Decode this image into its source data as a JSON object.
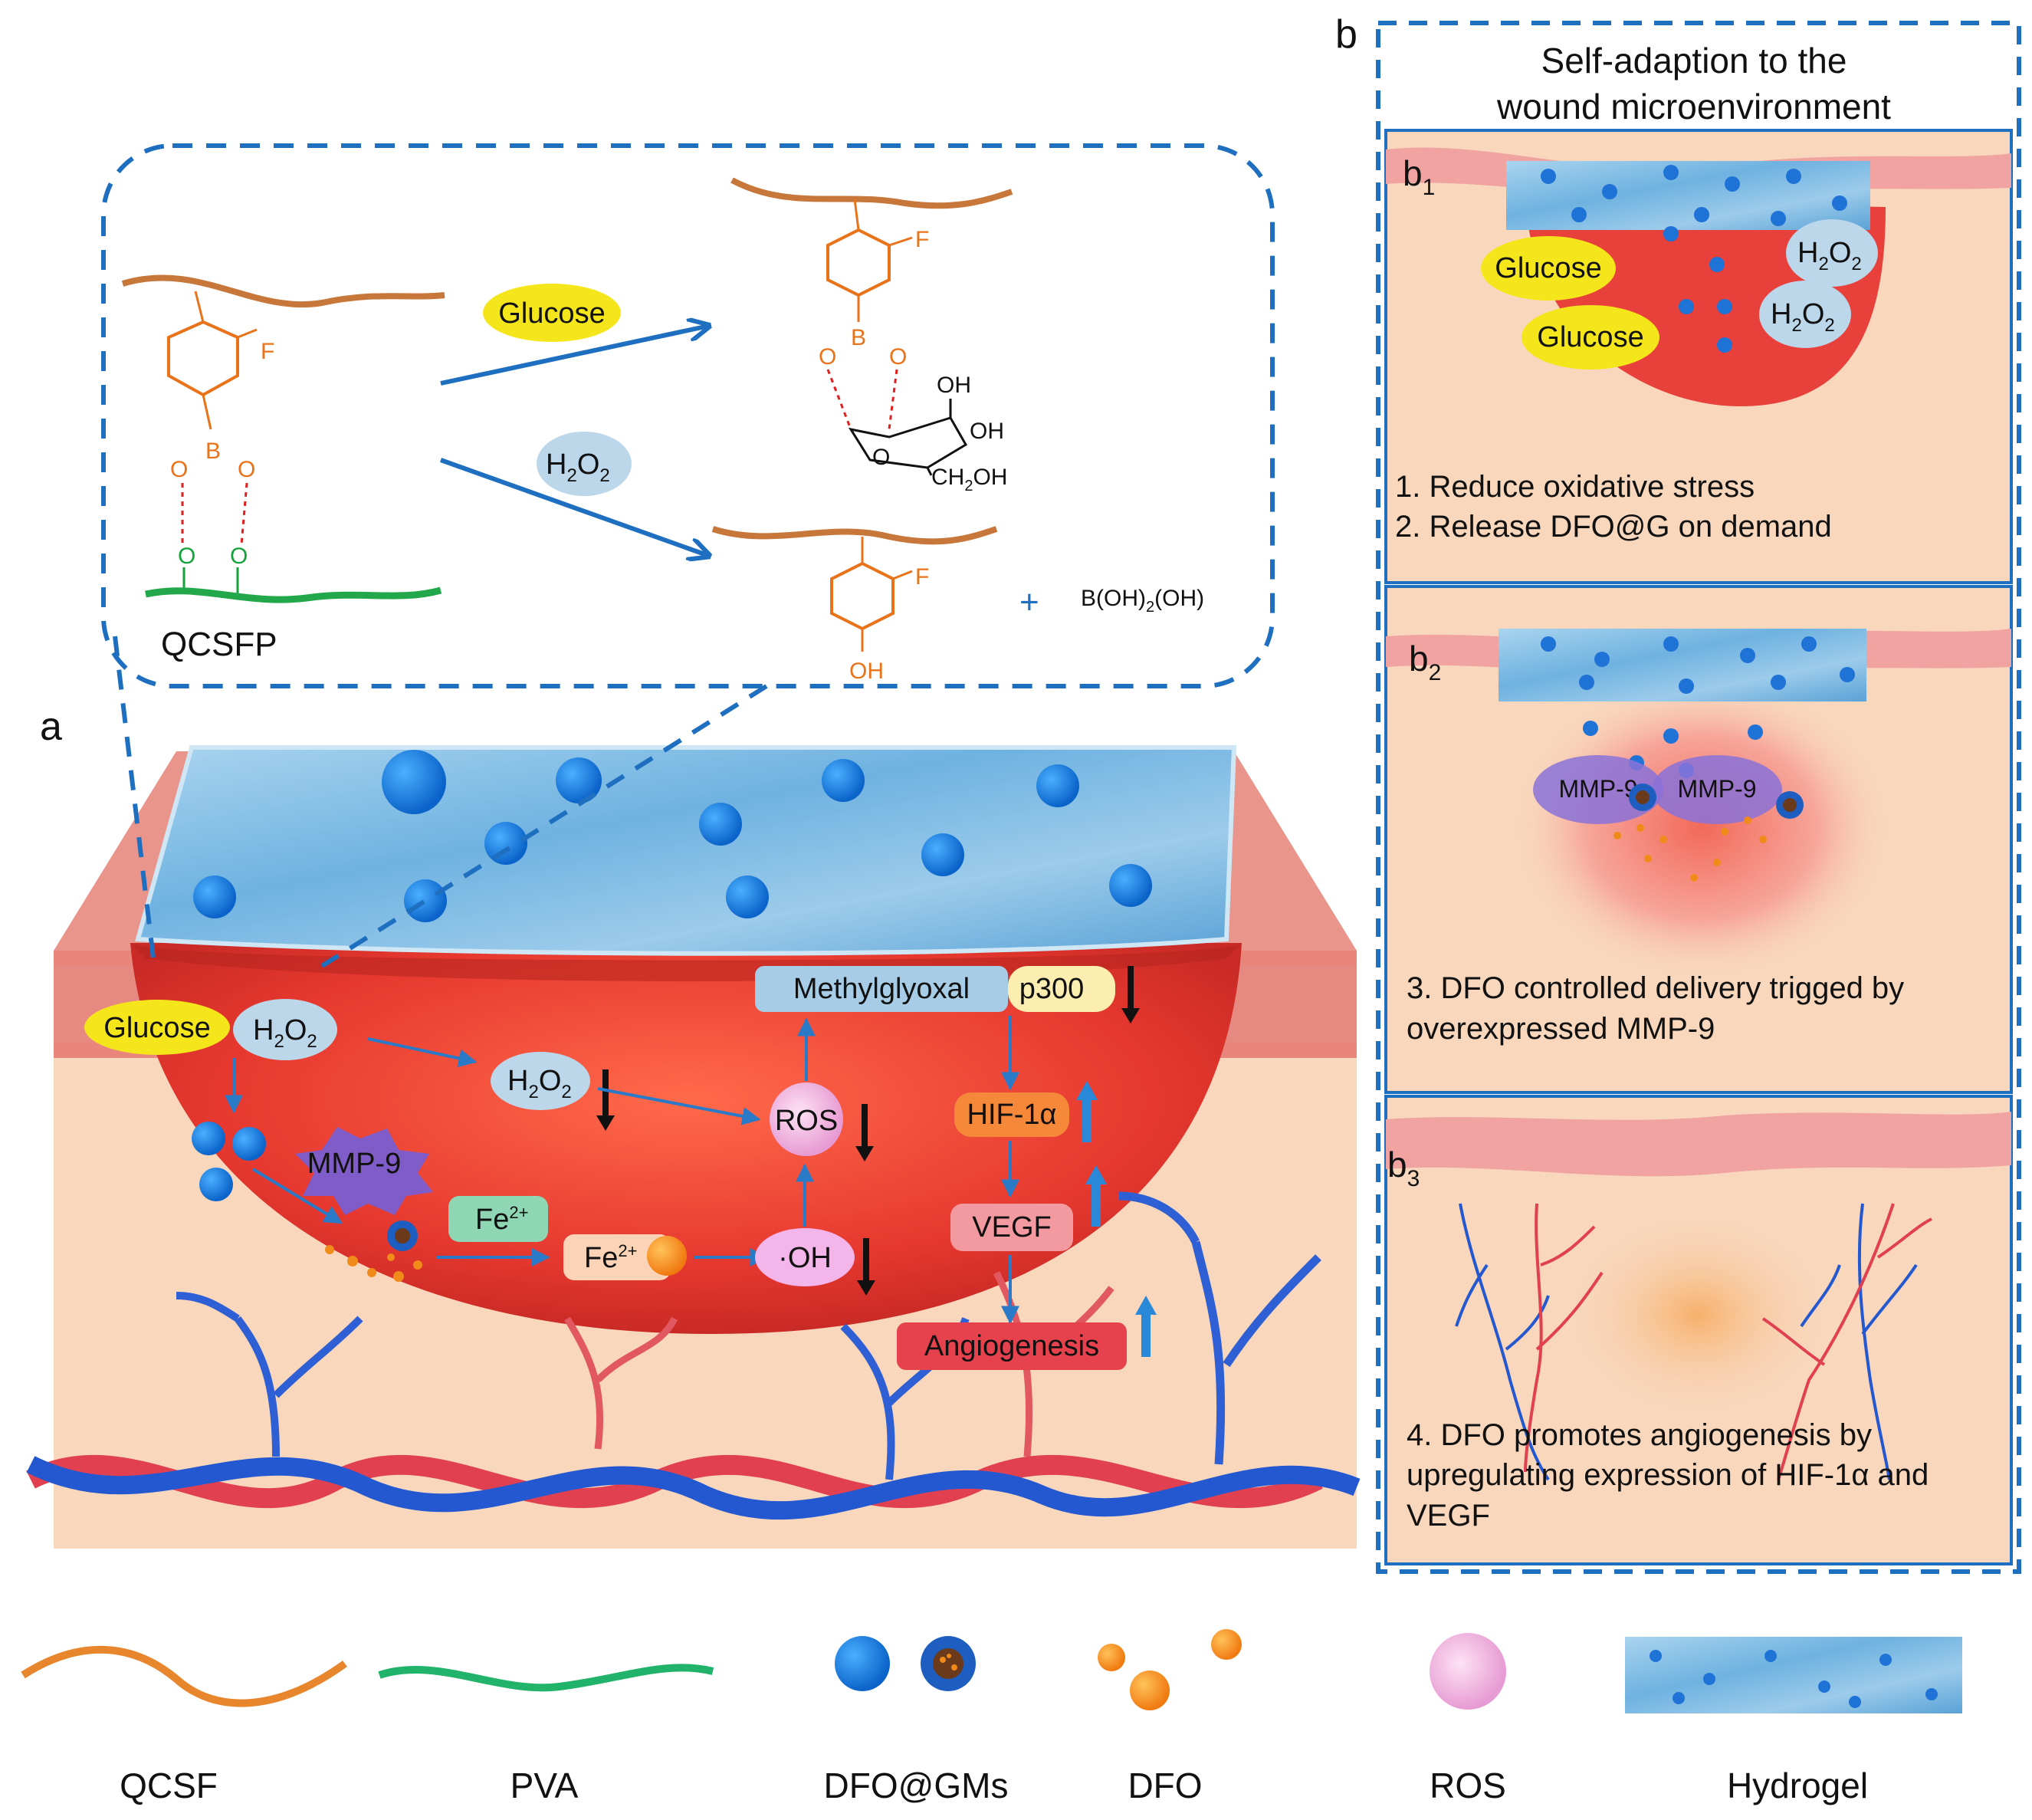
{
  "panel_labels": {
    "a": "a",
    "b": "b",
    "b1": "b",
    "b1_sub": "1",
    "b2": "b",
    "b2_sub": "2",
    "b3": "b",
    "b3_sub": "3"
  },
  "inset": {
    "polymer_label": "QCSFP",
    "glucose": "Glucose",
    "h2o2_base": "H",
    "h2o2_sub1": "2",
    "h2o2_mid": "O",
    "h2o2_sub2": "2",
    "atom_F": "F",
    "atom_B": "B",
    "atom_O": "O",
    "atom_OH": "OH",
    "atom_CH2OH": "CH",
    "ch2oh_sub": "2",
    "ch2oh_tail": "OH",
    "plus": "+",
    "boric_acid": "B(OH)",
    "boric_sub": "2",
    "boric_tail": "(OH)"
  },
  "wound": {
    "glucose": "Glucose",
    "h2o2": "H",
    "methylglyoxal": "Methylglyoxal",
    "p300": "p300",
    "ros": "ROS",
    "hif": "HIF-1α",
    "mmp9": "MMP-9",
    "fe_label": "Fe",
    "fe_sup": "2+",
    "oh_radical": "·OH",
    "vegf": "VEGF",
    "angiogenesis": "Angiogenesis"
  },
  "panel_b": {
    "title_line1": "Self-adaption to the",
    "title_line2": "wound microenvironment",
    "b1_glucose": "Glucose",
    "b1_text1": "1. Reduce oxidative stress",
    "b1_text2": "2. Release DFO@G on demand",
    "b2_mmp": "MMP-9",
    "b2_text1": "3. DFO controlled delivery trigged by",
    "b2_text2": "overexpressed MMP-9",
    "b3_text1": "4. DFO promotes angiogenesis by",
    "b3_text2": "upregulating expression of HIF-1α and",
    "b3_text3": "VEGF"
  },
  "legend": [
    {
      "label": "QCSF"
    },
    {
      "label": "PVA"
    },
    {
      "label": "DFO@GMs"
    },
    {
      "label": "DFO"
    },
    {
      "label": "ROS"
    },
    {
      "label": "Hydrogel"
    }
  ],
  "colors": {
    "dash_blue": "#1f6fc0",
    "qcsf_orange": "#c8773a",
    "pva_green": "#22a84a",
    "glucose_yellow": "#f5e61c",
    "h2o2_blue": "#bcd6ea",
    "wound_red": "#e8403a",
    "skin": "#f8d7bd",
    "mmp_purple": "#7f5cc8"
  }
}
